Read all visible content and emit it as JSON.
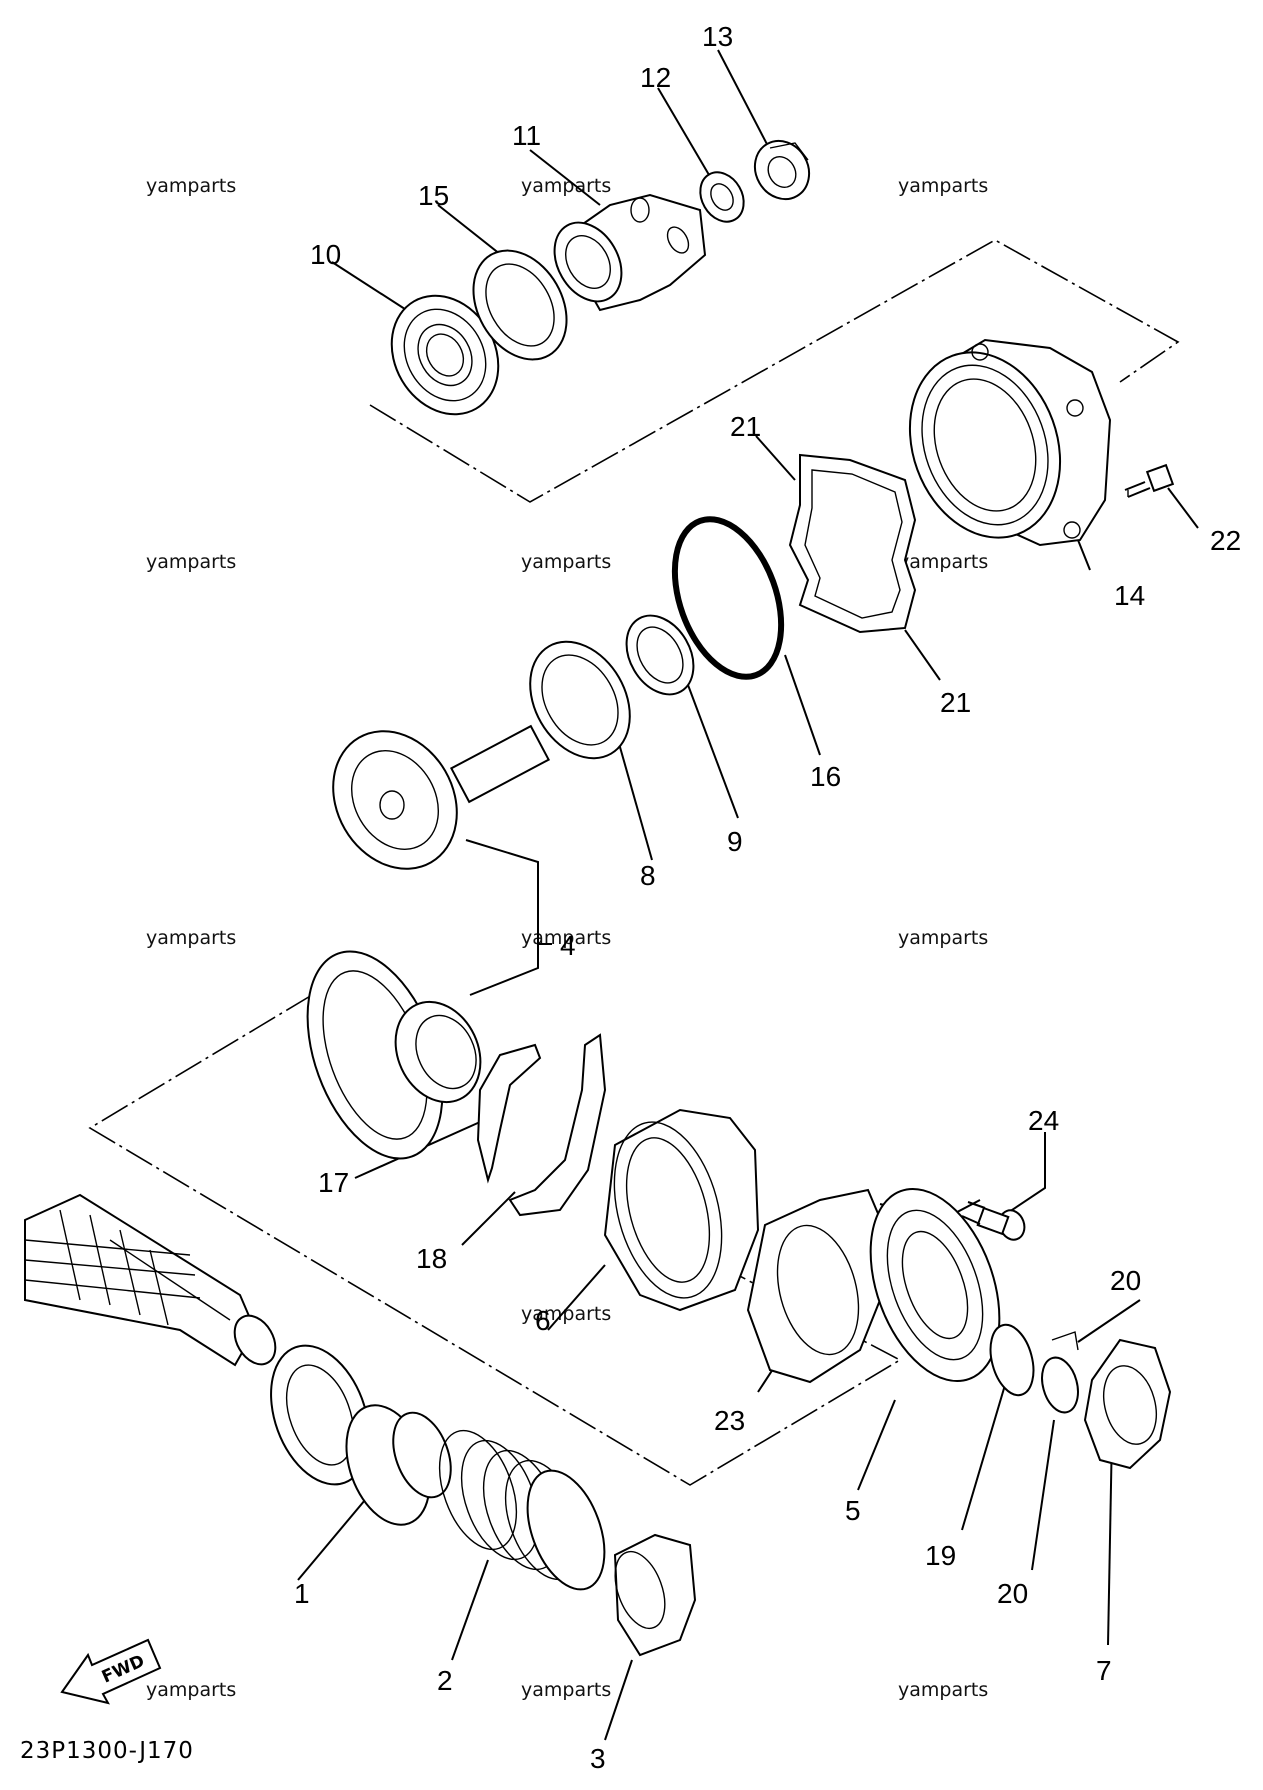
{
  "diagram": {
    "code": "23P1300-J170",
    "watermark": "yamparts",
    "fwd_label": "FWD",
    "callouts": [
      "1",
      "2",
      "3",
      "4",
      "5",
      "6",
      "7",
      "8",
      "9",
      "10",
      "11",
      "12",
      "13",
      "14",
      "15",
      "16",
      "17",
      "18",
      "19",
      "20",
      "20",
      "21",
      "21",
      "22",
      "23",
      "24"
    ]
  }
}
